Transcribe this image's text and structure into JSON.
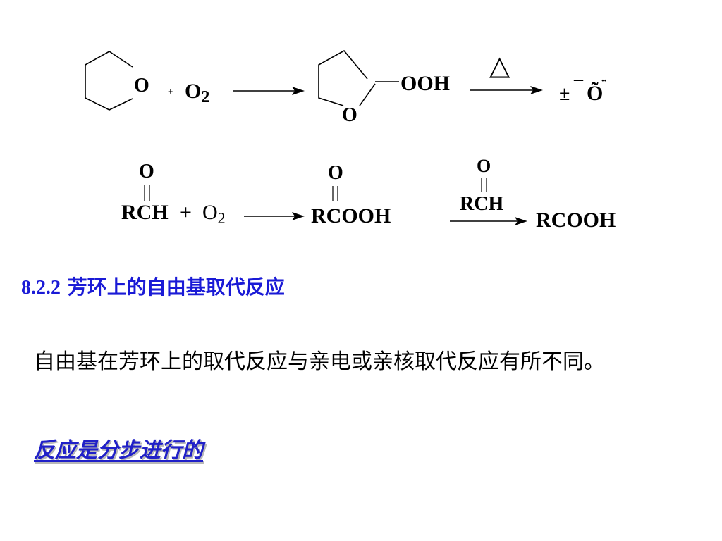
{
  "reaction1": {
    "ring1_oxygen": "O",
    "plus": "+",
    "o2_base": "O",
    "o2_sub": "2",
    "ring2_oxygen": "O",
    "ooh": "OOH",
    "condition_symbol": "△",
    "product_prefix": "±",
    "product_dash": "¯",
    "product_o": "Õ",
    "product_dots": "¨"
  },
  "reaction2": {
    "aldehyde_o": "O",
    "aldehyde_rch": "RCH",
    "plus": "+",
    "o2_base": "O",
    "o2_sub": "2",
    "peracid_o": "O",
    "peracid_text": "RCOOH",
    "reagent_o": "O",
    "reagent_rch": "RCH",
    "product": "RCOOH"
  },
  "section": {
    "number": "8.2.2",
    "title": "芳环上的自由基取代反应"
  },
  "body": {
    "paragraph": "自由基在芳环上的取代反应与亲电或亲核取代反应有所不同。",
    "emphasis": "反应是分步进行的"
  }
}
